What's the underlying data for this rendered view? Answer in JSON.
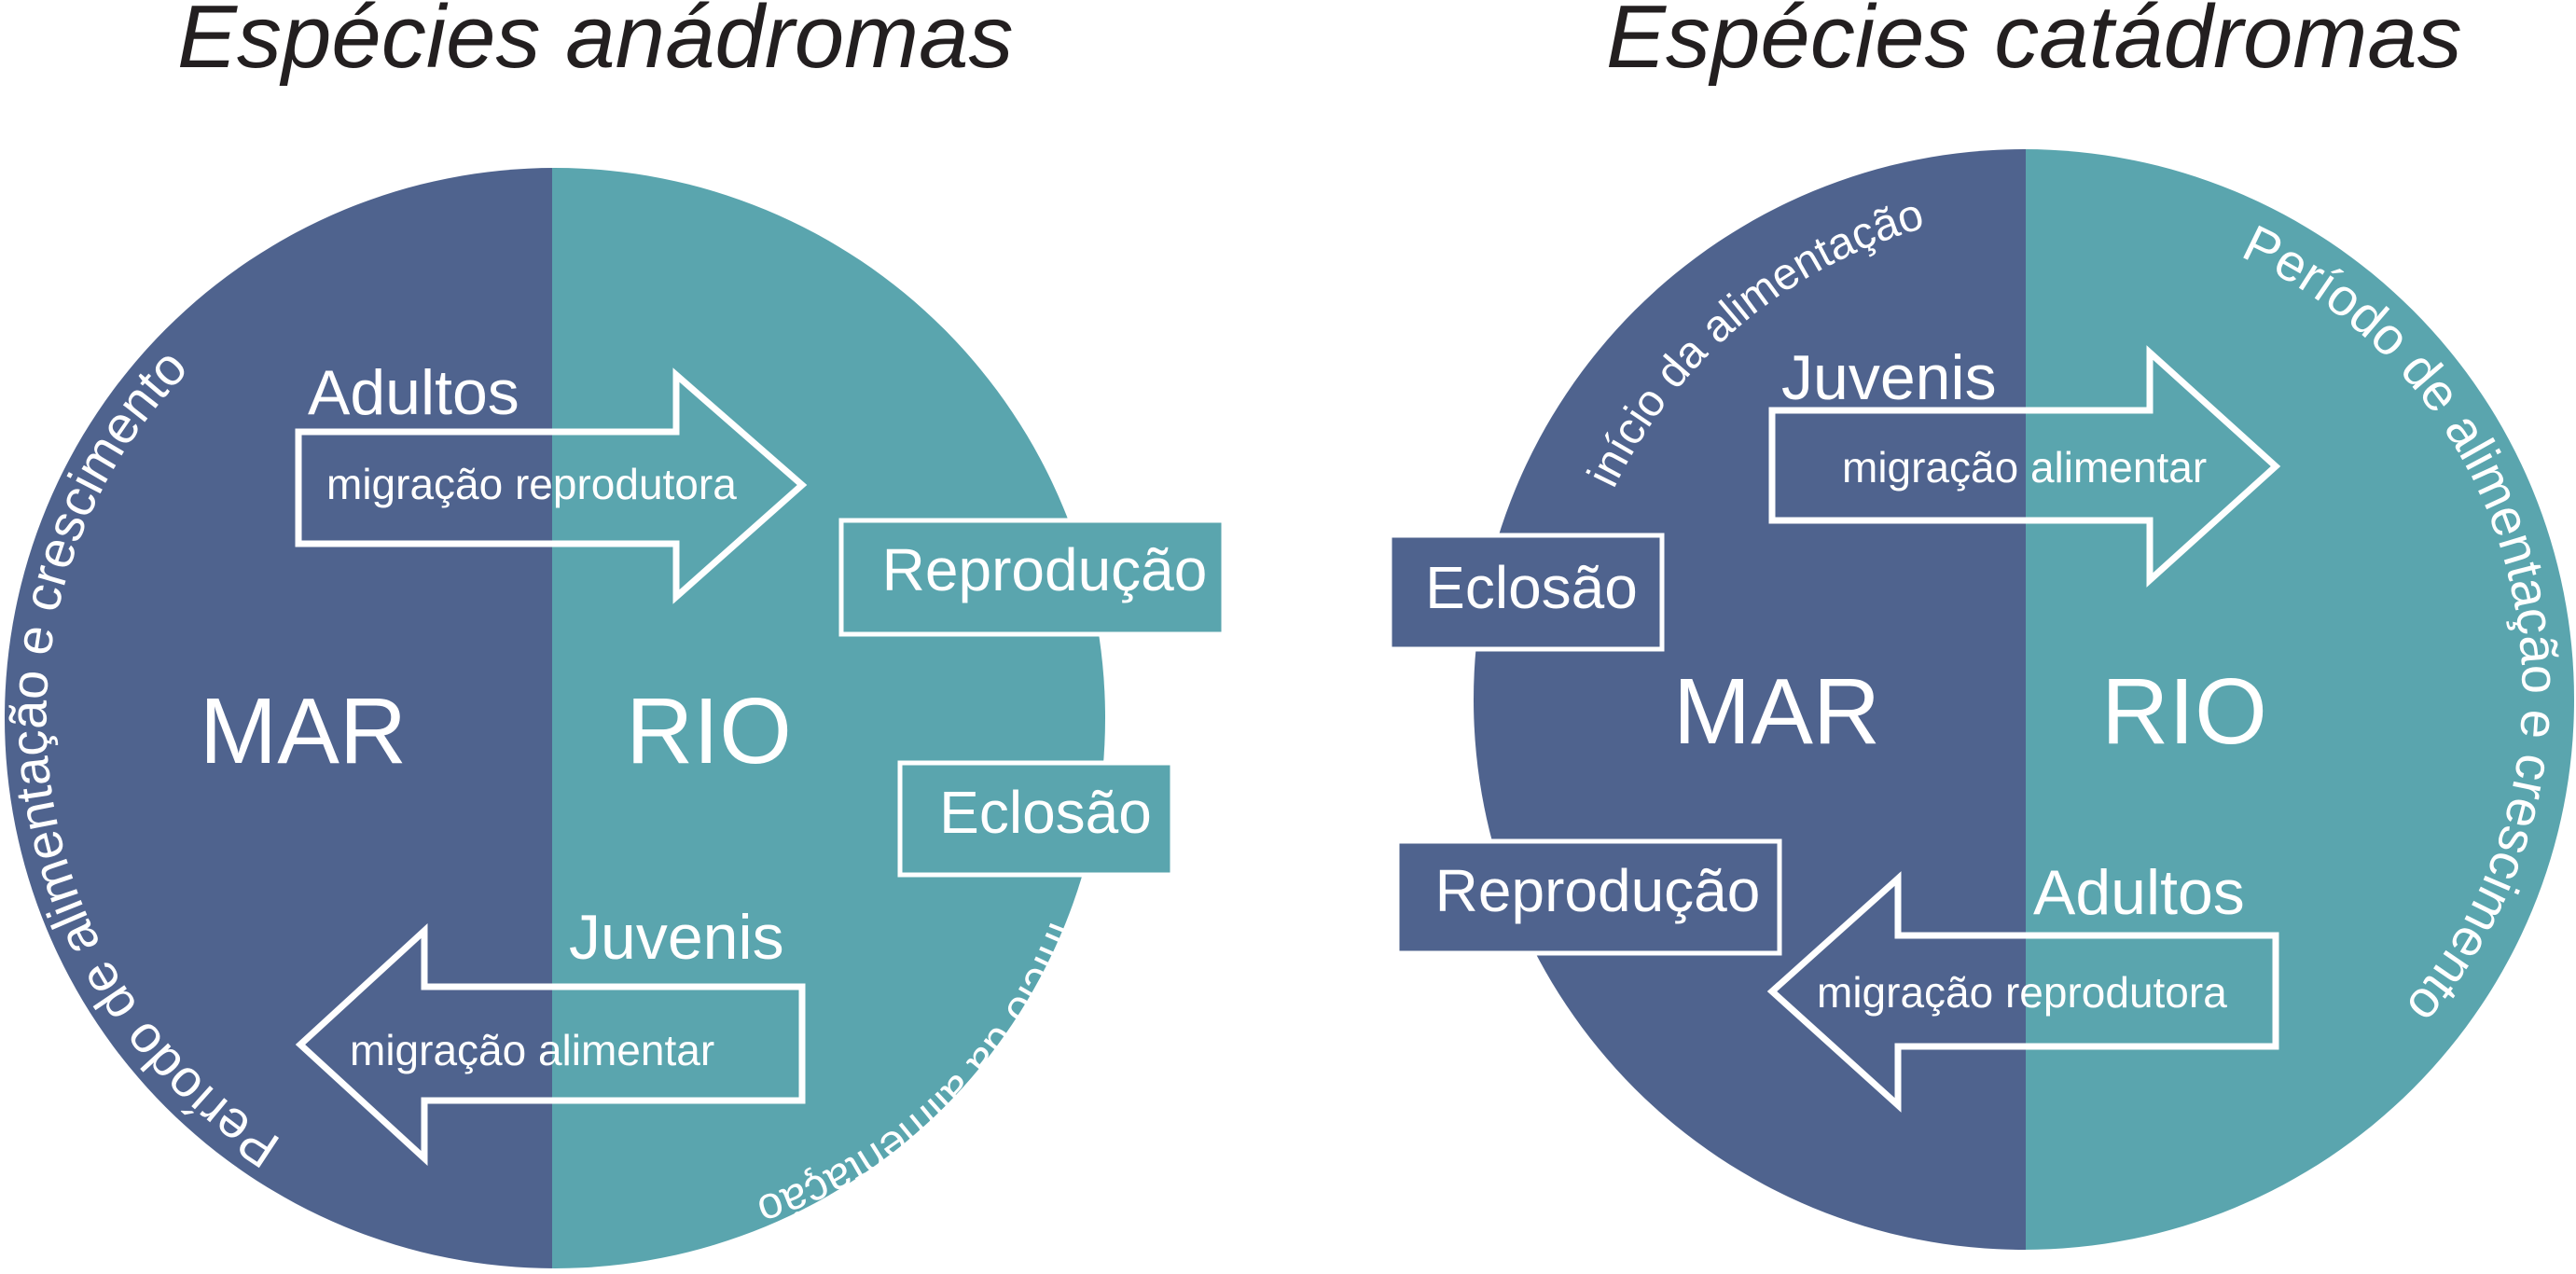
{
  "colors": {
    "sea": "#4f638e",
    "river": "#5aa5ae",
    "white": "#ffffff",
    "title": "#231f20"
  },
  "anadromous": {
    "title": "Espécies anádromas",
    "sea_label": "MAR",
    "river_label": "RIO",
    "adults_label": "Adultos",
    "arrow_top_text": "migração reprodutora",
    "juveniles_label": "Juvenis",
    "arrow_bottom_text": "migração alimentar",
    "box_reproduction": "Reprodução",
    "box_hatching": "Eclosão",
    "arc_feeding_growth": "Período de alimentação e crescimento",
    "arc_feeding_start": "início da alimentação"
  },
  "catadromous": {
    "title": "Espécies catádromas",
    "sea_label": "MAR",
    "river_label": "RIO",
    "juveniles_label": "Juvenis",
    "arrow_top_text": "migração alimentar",
    "adults_label": "Adultos",
    "arrow_bottom_text": "migração reprodutora",
    "box_hatching": "Eclosão",
    "box_reproduction": "Reprodução",
    "arc_feeding_start": "início da alimentação",
    "arc_feeding_growth": "Período de alimentação e crescimento"
  }
}
